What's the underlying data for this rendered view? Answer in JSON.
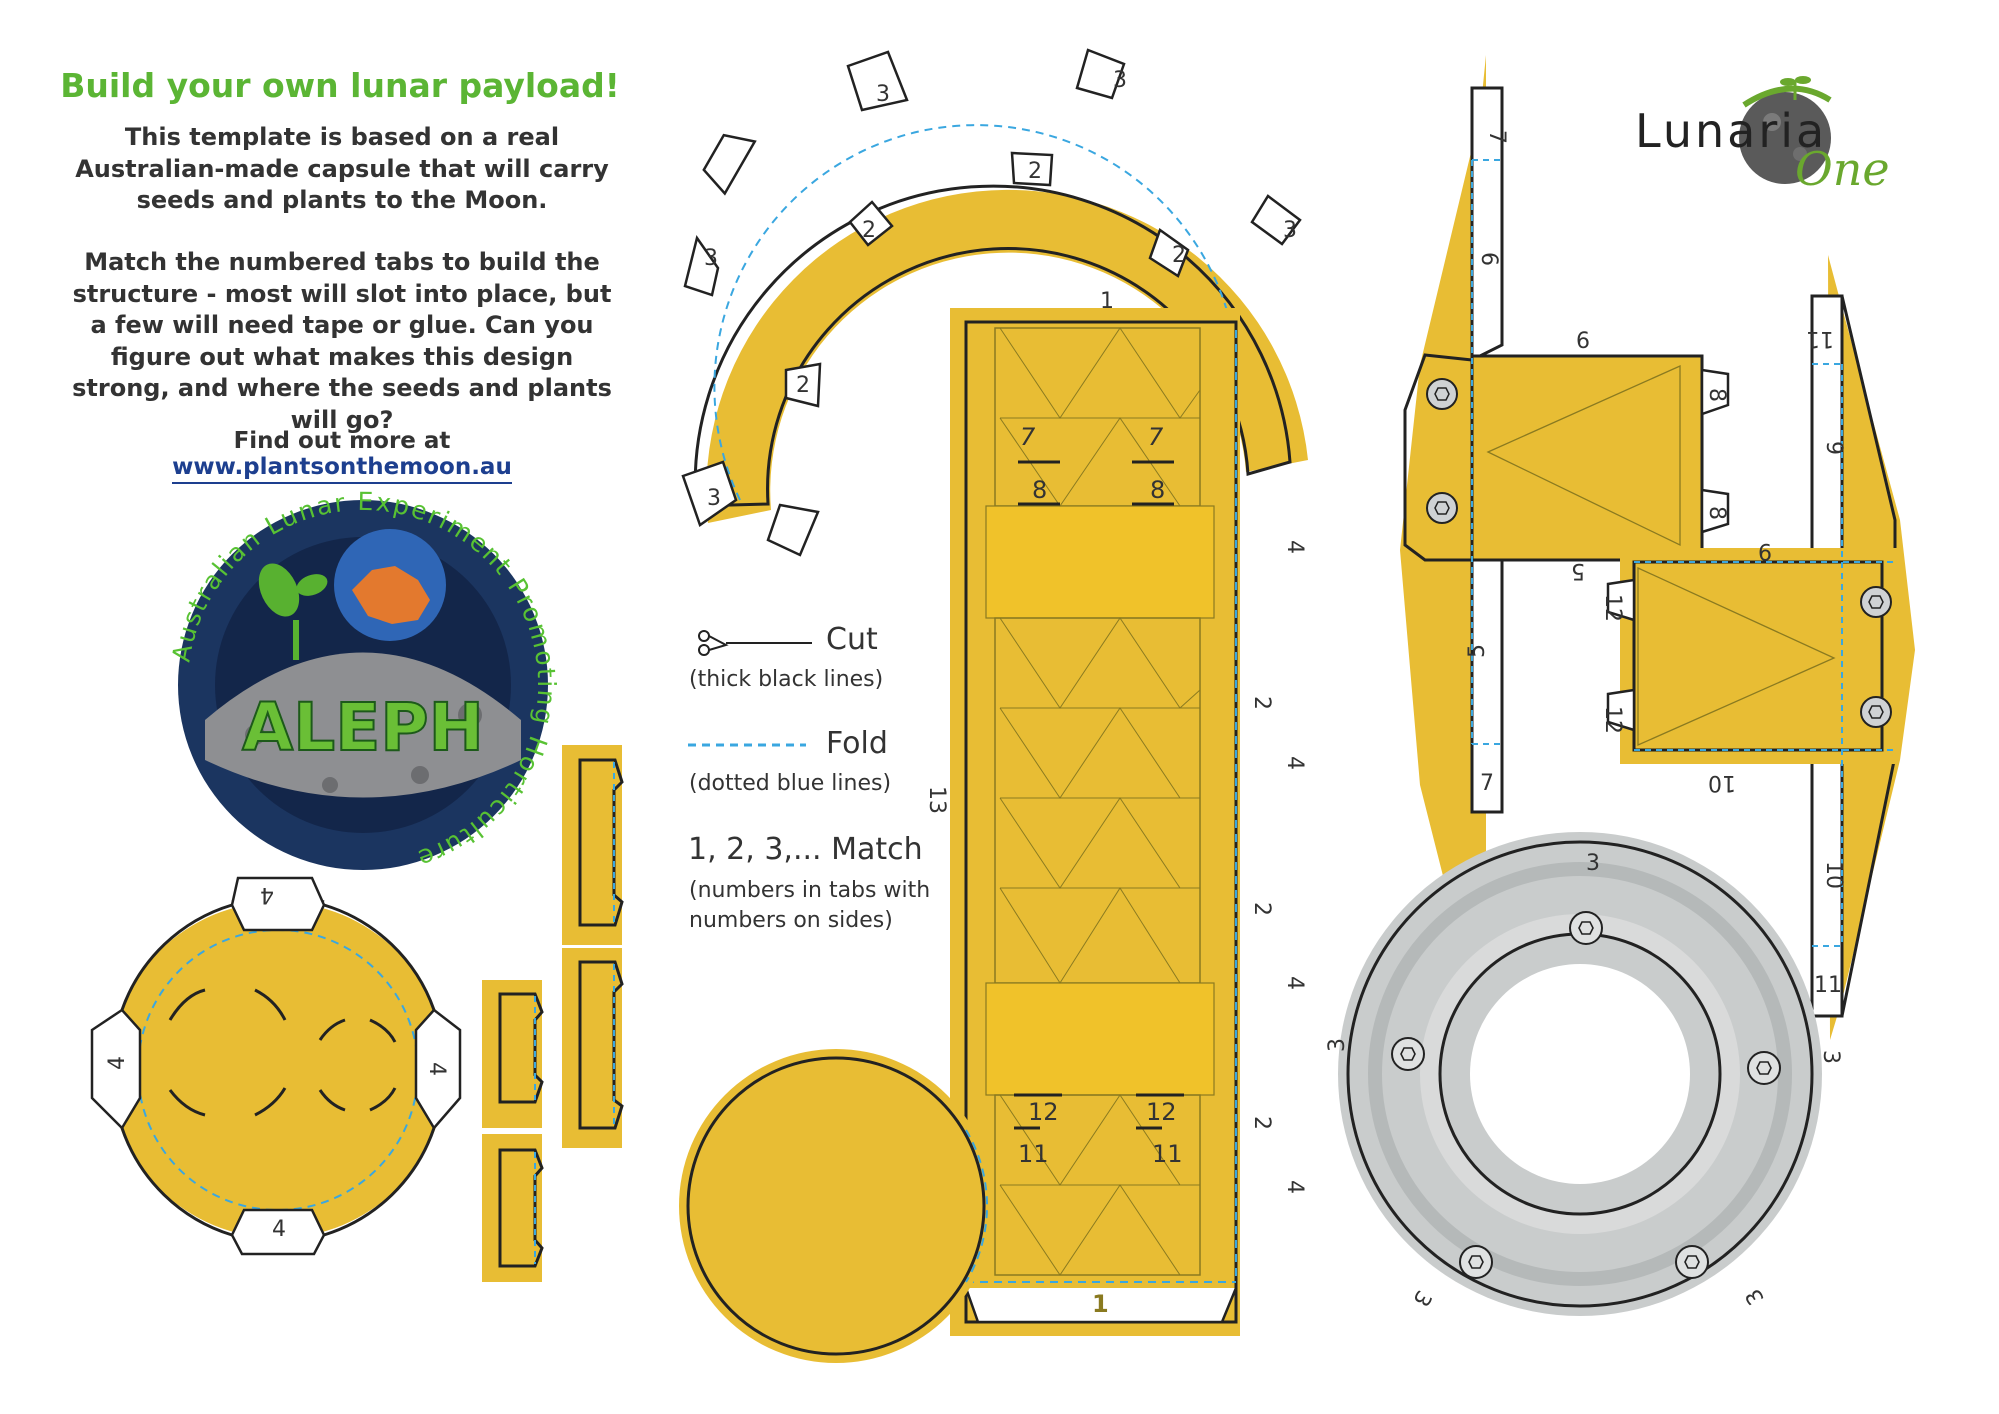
{
  "intro": {
    "heading": "Build your own lunar payload!",
    "paragraph1": "This template is based on a real Australian-made capsule that will carry seeds and plants to the Moon.",
    "paragraph2": "Match the numbered tabs to build the structure - most will slot into place, but a few will need tape or glue. Can you figure out what makes this design strong, and where the seeds and plants will go?",
    "find_out_prefix": "Find out more at",
    "link_text": "www.plantsonthemoon.au"
  },
  "logo": {
    "word_main": "Lunaria",
    "word_script": "One"
  },
  "patch": {
    "ring_text": "Australian Lunar Experiment Promoting Horticulture",
    "acronym": "ALEPH"
  },
  "legend": {
    "cut_label": "Cut",
    "cut_note": "(thick black lines)",
    "fold_label": "Fold",
    "fold_note": "(dotted blue lines)",
    "match_label": "1, 2, 3,...  Match",
    "match_note_1": "(numbers in tabs with",
    "match_note_2": "numbers on sides)"
  },
  "colors": {
    "yellow": "#e8bd34",
    "cut_line": "#222222",
    "fold_line": "#3aa7e0",
    "ring_grey": "#c9cccc",
    "heading_green": "#5bb534",
    "link_blue": "#1d3f8f"
  },
  "tab_numbers": {
    "arc_outer": "3",
    "arc_inner": "2",
    "body_top": "1",
    "body_bottom": "1",
    "body_side_a": "2",
    "body_side_b": "4",
    "body_left": "13",
    "frac_top_num": "7",
    "frac_top_den": "8",
    "frac_bot_num": "12",
    "frac_bot_den": "11",
    "disc_tab": "4",
    "strut_a_top": "7",
    "strut_a_mid": "6",
    "strut_a_low": "5",
    "strut_a_bot": "7",
    "box_a_top": "6",
    "box_a_tab": "8",
    "box_b_top": "9",
    "box_b_under": "5",
    "box_b_tab": "12",
    "box_b_bottom": "10",
    "strut_b_top": "11",
    "strut_b_mid": "9",
    "strut_b_low": "10",
    "strut_b_bot": "11",
    "ring_tab": "3"
  }
}
